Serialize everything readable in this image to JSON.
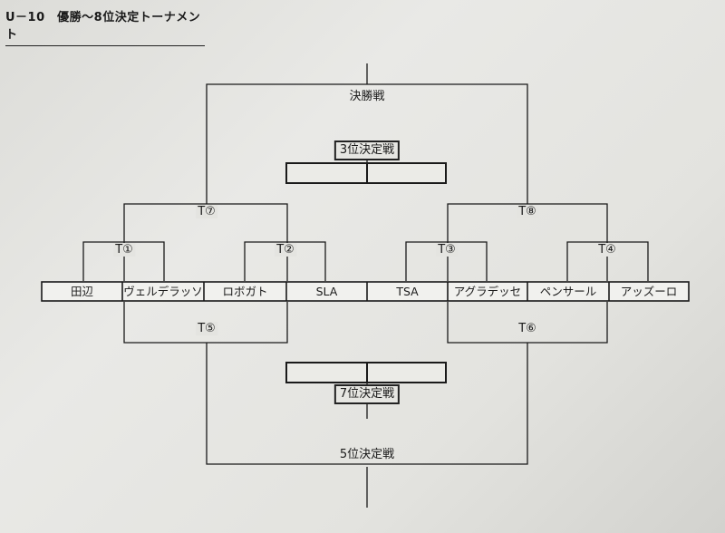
{
  "title": "U－10　優勝〜8位決定トーナメント",
  "final": "決勝戦",
  "third_place": "3位決定戦",
  "seventh_place": "7位決定戦",
  "fifth_place": "5位決定戦",
  "matches": {
    "t1": "T①",
    "t2": "T②",
    "t3": "T③",
    "t4": "T④",
    "t5": "T⑤",
    "t6": "T⑥",
    "t7": "T⑦",
    "t8": "T⑧"
  },
  "teams": [
    "田辺",
    "ヴェルデラッソ",
    "ロボガト",
    "SLA",
    "TSA",
    "アグラデッセ",
    "ペンサール",
    "アッズーロ"
  ]
}
